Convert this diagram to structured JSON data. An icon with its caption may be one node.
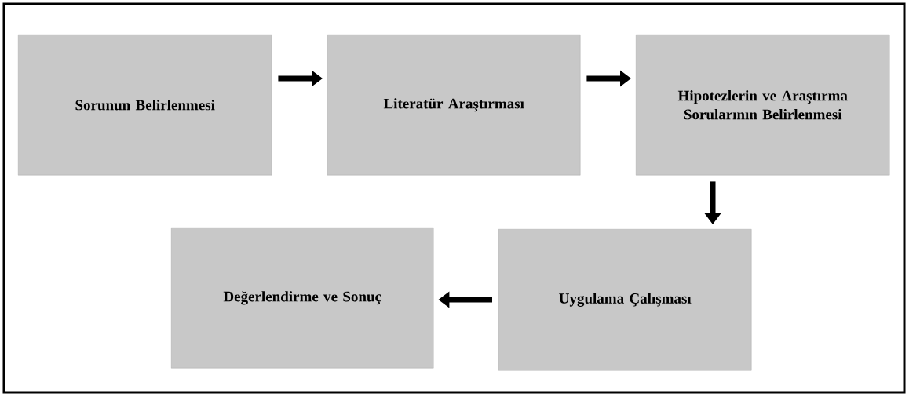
{
  "diagram": {
    "nodes": [
      {
        "text": [
          "Sorunun Belirlenmesi"
        ]
      },
      {
        "text": [
          "Literatür Araştırması"
        ]
      },
      {
        "text": [
          "Hipotezlerin ve Araştırma Sorularının Belirlenmesi"
        ]
      },
      {
        "text": [
          "Uygulama Çalışması"
        ]
      },
      {
        "text": [
          "Değerlendirme ve Sonuç"
        ]
      }
    ],
    "edges": [
      {
        "from": 0,
        "to": 1,
        "arrow": "to"
      },
      {
        "from": 1,
        "to": 2,
        "arrow": "to"
      },
      {
        "from": 2,
        "to": 3,
        "arrow": "to"
      },
      {
        "from": 3,
        "to": 4,
        "arrow": "to"
      }
    ]
  }
}
